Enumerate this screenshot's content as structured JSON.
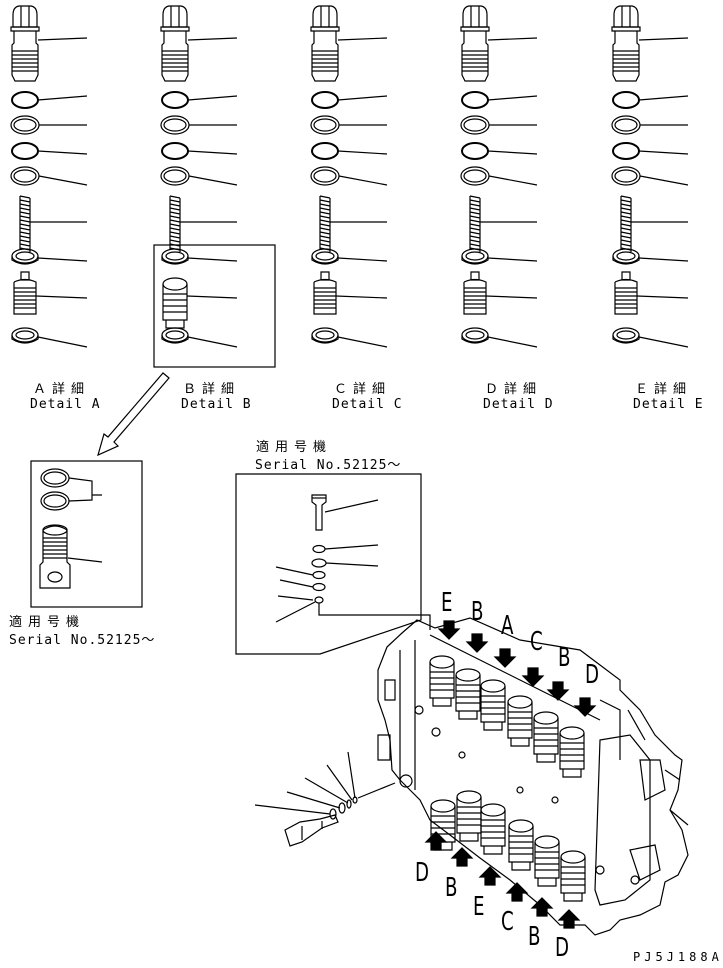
{
  "details": [
    {
      "jp": "Ａ詳細",
      "en": "Detail A"
    },
    {
      "jp": "Ｂ詳細",
      "en": "Detail B"
    },
    {
      "jp": "Ｃ詳細",
      "en": "Detail C"
    },
    {
      "jp": "Ｄ詳細",
      "en": "Detail D"
    },
    {
      "jp": "Ｅ詳細",
      "en": "Detail E"
    }
  ],
  "serial_left": {
    "jp": "適用号機",
    "en": "Serial No.52125～"
  },
  "serial_mid": {
    "jp": "適用号機",
    "en": "Serial No.52125～"
  },
  "top_letters": [
    "E",
    "B",
    "A",
    "C",
    "B",
    "D"
  ],
  "bottom_letters": [
    "D",
    "B",
    "E",
    "C",
    "B",
    "D"
  ],
  "drawing_code": "PJ5J188A"
}
